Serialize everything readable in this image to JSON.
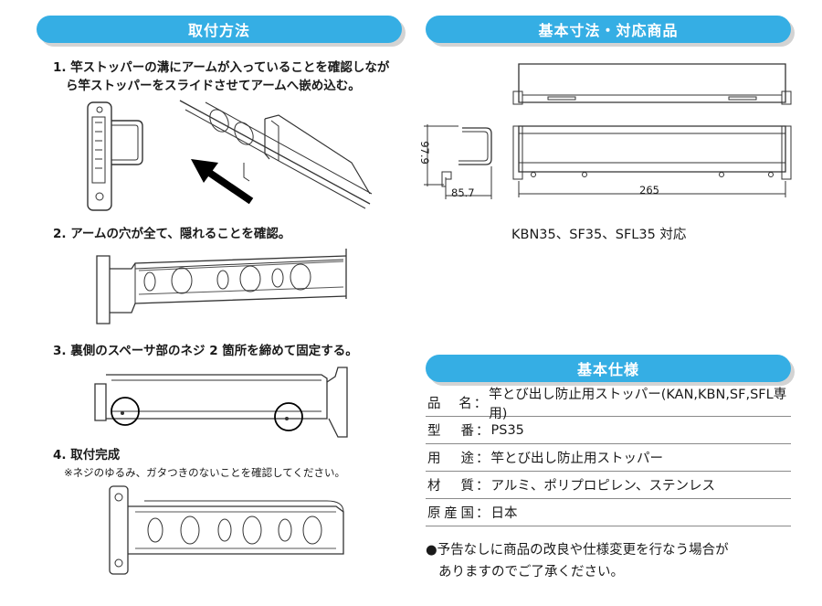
{
  "left": {
    "header": "取付方法",
    "step1": {
      "line1": "1. 竿ストッパーの溝にアームが入っていることを確認しなが",
      "line2": "ら竿ストッパーをスライドさせてアームへ嵌め込む。"
    },
    "step2": "2. アームの穴が全て、隠れることを確認。",
    "step3": "3. 裏側のスペーサ部のネジ 2 箇所を締めて固定する。",
    "step4": {
      "title": "4. 取付完成",
      "note": "※ネジのゆるみ、ガタつきのないことを確認してください。"
    }
  },
  "right": {
    "dims_header": "基本寸法・対応商品",
    "dim_height": "97.9",
    "dim_depth": "85.7",
    "dim_width": "265",
    "compatible": "KBN35、SF35、SFL35 対応",
    "spec_header": "基本仕様",
    "specs": [
      {
        "label": "品　名",
        "value": "竿とび出し防止用ストッパー(KAN,KBN,SF,SFL専用)"
      },
      {
        "label": "型　番",
        "value": "PS35"
      },
      {
        "label": "用　途",
        "value": "竿とび出し防止用ストッパー"
      },
      {
        "label": "材　質",
        "value": "アルミ、ポリプロピレン、ステンレス"
      },
      {
        "label": "原産国",
        "value": "日本"
      }
    ],
    "notice": {
      "line1": "●予告なしに商品の改良や仕様変更を行なう場合が",
      "line2": "ありますのでご了承ください。"
    }
  }
}
